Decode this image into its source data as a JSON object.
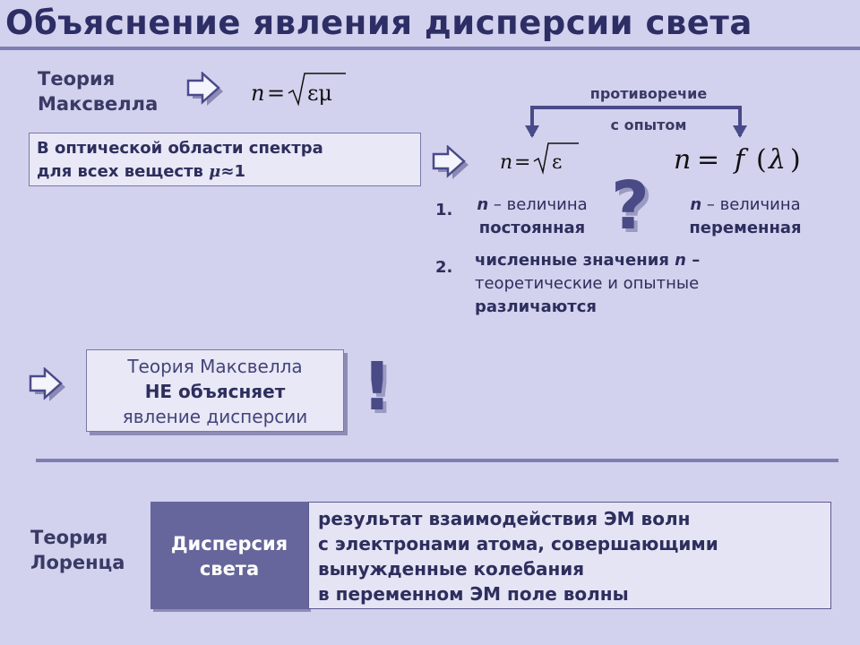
{
  "title": "Объяснение явления дисперсии света",
  "maxwell": {
    "label_line1": "Теория",
    "label_line2": "Максвелла",
    "formula_n": "n",
    "formula_eq": "=",
    "formula_radicand": "εμ"
  },
  "optical_note": {
    "line1": "В оптической области спектра",
    "line2_prefix": "для всех веществ",
    "mu": "μ",
    "approx": "≈1"
  },
  "contradiction": {
    "line1": "противоречие",
    "line2": "с опытом"
  },
  "formula_left": {
    "n": "n",
    "eq": "=",
    "radicand": "ε"
  },
  "formula_right": {
    "n": "n",
    "eq": "=",
    "f": "f",
    "lambda": "λ",
    "open": "(",
    "close": ")"
  },
  "question_mark": "?",
  "point1": {
    "number": "1.",
    "left_n": "n",
    "left_rest": " – величина",
    "left_line2": "постоянная",
    "right_n": "n",
    "right_rest": " – величина",
    "right_line2": "переменная"
  },
  "point2": {
    "number": "2.",
    "line1_prefix": "численные значения ",
    "line1_n": "n",
    "line1_suffix": " –",
    "line2": "теоретические и опытные",
    "line3": "различаются"
  },
  "conclusion": {
    "line1": "Теория Максвелла",
    "line2": "НЕ объясняет",
    "line3": "явление дисперсии",
    "exclamation": "!"
  },
  "lorentz": {
    "label_line1": "Теория",
    "label_line2": "Лоренца",
    "term_line1": "Дисперсия",
    "term_line2": "света",
    "def_line1": "результат взаимодействия ЭМ волн",
    "def_line2": "с электронами атома, совершающими",
    "def_line3": "вынужденные колебания",
    "def_line4": "в переменном ЭМ поле волны"
  },
  "colors": {
    "background": "#d2d2ee",
    "title": "#2e2e66",
    "term_box": "#66669c",
    "arrow_stroke": "#4a4a8a"
  }
}
